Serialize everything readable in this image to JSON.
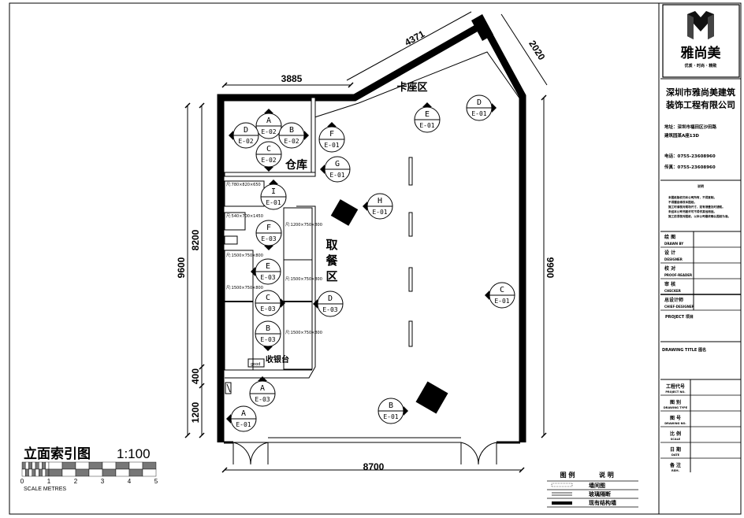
{
  "drawing": {
    "title": "立面索引图",
    "scale": "1:100",
    "scale_bar": {
      "ticks": [
        "0",
        "1",
        "2",
        "3",
        "4",
        "5"
      ],
      "unit_label": "SCALE  METRES"
    }
  },
  "dimensions": {
    "top_left": "3885",
    "top_diagonal": "4371",
    "top_right": "2020",
    "left_total": "9600",
    "left_main": "8200",
    "left_mid": "400",
    "left_bottom": "1200",
    "right_total": "9900",
    "bottom": "8700"
  },
  "rooms": {
    "booth": "卡座区",
    "storage": "仓库",
    "pickup": [
      "取",
      "餐",
      "区"
    ],
    "cashier": "收银台",
    "cashier_box": "good"
  },
  "equipment_notes": [
    "尺:780×820×650",
    "尺:540×700×1450",
    "尺:1500×750×800",
    "尺:1500×750×800",
    "尺:1200×750×800",
    "尺:1500×750×800",
    "尺:1500×750×800"
  ],
  "markers": [
    {
      "letter": "A",
      "code": "E-02"
    },
    {
      "letter": "D",
      "code": "E-02"
    },
    {
      "letter": "B",
      "code": "E-02"
    },
    {
      "letter": "C",
      "code": "E-02"
    },
    {
      "letter": "F",
      "code": "E-01"
    },
    {
      "letter": "G",
      "code": "E-01"
    },
    {
      "letter": "I",
      "code": "E-01"
    },
    {
      "letter": "H",
      "code": "E-01"
    },
    {
      "letter": "F",
      "code": "E-03"
    },
    {
      "letter": "E",
      "code": "E-03"
    },
    {
      "letter": "C",
      "code": "E-03"
    },
    {
      "letter": "D",
      "code": "E-03"
    },
    {
      "letter": "B",
      "code": "E-03"
    },
    {
      "letter": "A",
      "code": "E-03"
    },
    {
      "letter": "A",
      "code": "E-01"
    },
    {
      "letter": "B",
      "code": "E-01"
    },
    {
      "letter": "C",
      "code": "E-01"
    },
    {
      "letter": "E",
      "code": "E-01"
    },
    {
      "letter": "D",
      "code": "E-01"
    }
  ],
  "legend": {
    "header_symbol": "图 例",
    "header_desc": "说 明",
    "items": [
      "墙间图",
      "玻璃隔断",
      "现有结构墙"
    ]
  },
  "title_block": {
    "brand": "雅尚美",
    "slogan": "优质 · 时尚 · 精致",
    "company_line1": "深圳市雅尚美建筑",
    "company_line2": "装饰工程有限公司",
    "address_line1": "地址：深圳市福田区沙田路",
    "address_line2": "建筑园某A座13D",
    "phone": "电话：0755-23608960",
    "fax": "传真：0755-23608960",
    "notes_title": "说明",
    "notes": [
      "本图纸版权归本公司所有，不得复制。",
      "不得擅自修改本图纸。",
      "施工时请核对现场尺寸，如有误差及时通知。",
      "未经本公司书面许可不得作其他用途。",
      "施工前须核对图纸，以本公司最终确认图纸为准。"
    ],
    "rows": [
      {
        "cn": "绘 图",
        "en": "DRAWN BY"
      },
      {
        "cn": "设 计",
        "en": "DESIGNER"
      },
      {
        "cn": "校 对",
        "en": "PROOF-READER"
      },
      {
        "cn": "审 核",
        "en": "CHECKER"
      },
      {
        "cn": "总设计师",
        "en": "CHIEF-DESIGNER"
      }
    ],
    "project_label": "PROJECT 项目",
    "drawing_title_label": "DRAWING TITLE 图名",
    "rows2": [
      {
        "cn": "工程代号",
        "en": "PROJECT NO."
      },
      {
        "cn": "图 别",
        "en": "DRAWING TYPE"
      },
      {
        "cn": "图 号",
        "en": "DRAWING NO."
      },
      {
        "cn": "比 例",
        "en": "SCALE"
      },
      {
        "cn": "日 期",
        "en": "DATE"
      },
      {
        "cn": "备 注",
        "en": "REM."
      }
    ]
  }
}
